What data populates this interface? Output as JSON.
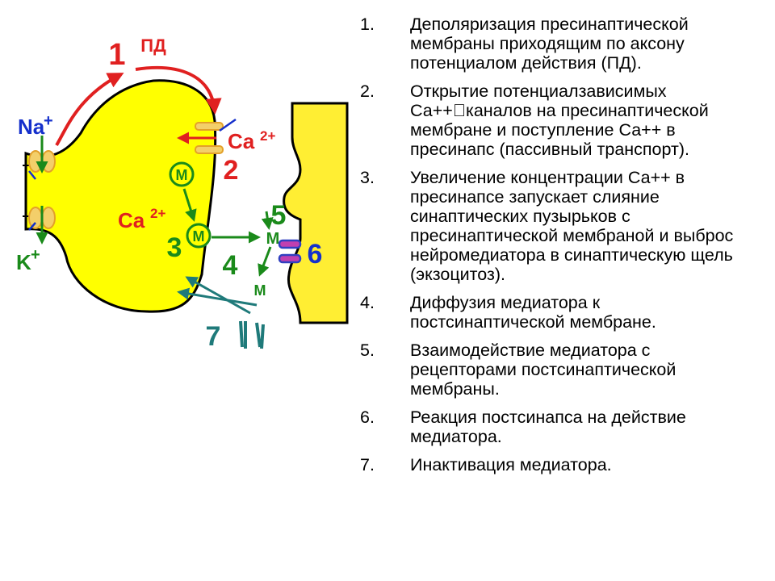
{
  "diagram": {
    "colors": {
      "presynapse": "#ffff00",
      "postsynapse": "#ffee33",
      "membrane": "#000000",
      "red": "#e02020",
      "green": "#1a8a1a",
      "blue": "#1530cc",
      "teal": "#1f7a7a",
      "channel_yellow": "#f3cf6a",
      "channel_orange": "#e3a02a",
      "receptor_magenta": "#c040b0",
      "receptor_blue": "#3040c0"
    },
    "labels": {
      "pd_number": "1",
      "pd": "ПД",
      "na": "Na",
      "na_charge": "+",
      "k": "K",
      "k_charge": "+",
      "ca_top": "Ca",
      "ca_top_charge": "2+",
      "ca_left": "Ca",
      "ca_left_charge": "2+",
      "step2": "2",
      "step3": "3",
      "step4": "4",
      "step5": "5",
      "step6": "6",
      "step7": "7",
      "m_vesicle_top": "М",
      "m_vesicle_fusing": "М",
      "m_receptor": "М",
      "m_cleft": "М"
    }
  },
  "steps": [
    {
      "number": "1.",
      "text": "Деполяризация пресинаптической мембраны приходящим по аксону потенциалом действия (ПД)."
    },
    {
      "number": "2.",
      "text": "Открытие потенциалзависимых Са++\u0000каналов на пресинаптической мембране и поступление Са++ в пресинапс (пассивный транспорт)."
    },
    {
      "number": "3.",
      "text": "Увеличение концентрации Са++ в пресинапсе запускает слияние синаптических пузырьков с пресинаптической мембраной и выброс нейромедиатора в синаптическую щель (экзоцитоз)."
    },
    {
      "number": "4.",
      "text": "Диффузия медиатора к постсинаптической мембране."
    },
    {
      "number": "5.",
      "text": "Взаимодействие медиатора с рецепторами постсинаптической мембраны."
    },
    {
      "number": "6.",
      "text": "Реакция постсинапса на действие медиатора."
    },
    {
      "number": "7.",
      "text": "Инактивация медиатора."
    }
  ]
}
